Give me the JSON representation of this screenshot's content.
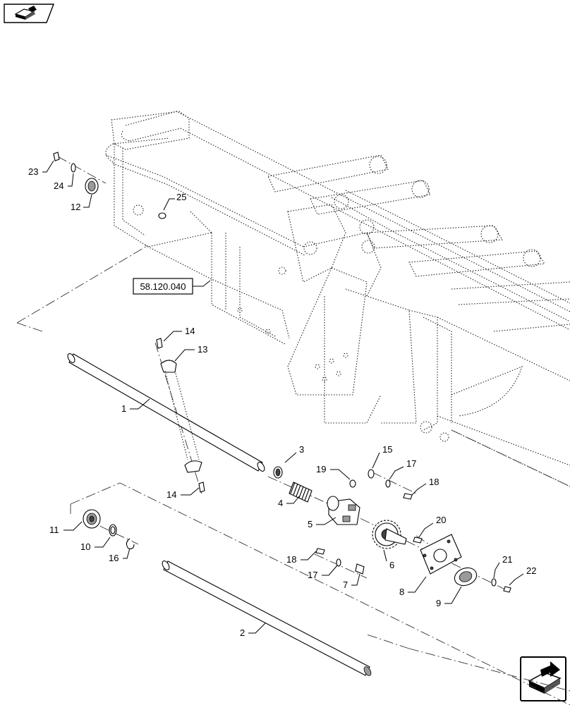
{
  "nav": {
    "top_icon": "book-stack-icon",
    "bottom_icon": "next-page-arrow-icon"
  },
  "reference_box": {
    "label": "58.120.040"
  },
  "callouts": {
    "c1": "1",
    "c2": "2",
    "c3": "3",
    "c4": "4",
    "c5": "5",
    "c6": "6",
    "c7": "7",
    "c8": "8",
    "c9": "9",
    "c10": "10",
    "c11": "11",
    "c12": "12",
    "c13": "13",
    "c14a": "14",
    "c14b": "14",
    "c15": "15",
    "c16": "16",
    "c17a": "17",
    "c17b": "17",
    "c18a": "18",
    "c18b": "18",
    "c19": "19",
    "c20": "20",
    "c21": "21",
    "c22": "22",
    "c23": "23",
    "c24": "24",
    "c25": "25"
  }
}
